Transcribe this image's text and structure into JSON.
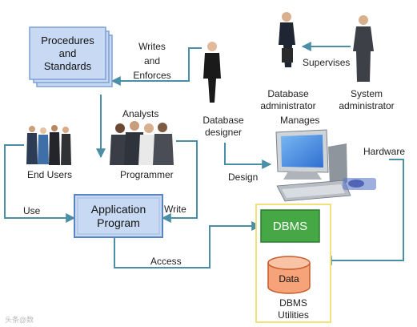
{
  "nodes": {
    "procedures": "Procedures\nand\nStandards",
    "application_program": "Application\nProgram",
    "dbms": "DBMS",
    "data": "Data"
  },
  "labels": {
    "writes_enforces": "Writes\nand\nEnforces",
    "supervises": "Supervises",
    "db_designer": "Database\ndesigner",
    "db_admin": "Database\nadministrator",
    "sys_admin": "System\nadministrator",
    "manages": "Manages",
    "analysts": "Analysts",
    "programmer": "Programmer",
    "end_users": "End Users",
    "design": "Design",
    "hardware": "Hardware",
    "use": "Use",
    "write": "Write",
    "access": "Access",
    "dbms_utilities": "DBMS\nUtilities"
  },
  "watermark": "头条@数",
  "colors": {
    "arrow": "#4a8ea8",
    "box_blue": "#c8daf3",
    "box_blue_border": "#7da0d4",
    "dbms_green": "#46a845",
    "data_orange": "#f6a37a",
    "utilities_yellow_border": "#f3e07a"
  }
}
